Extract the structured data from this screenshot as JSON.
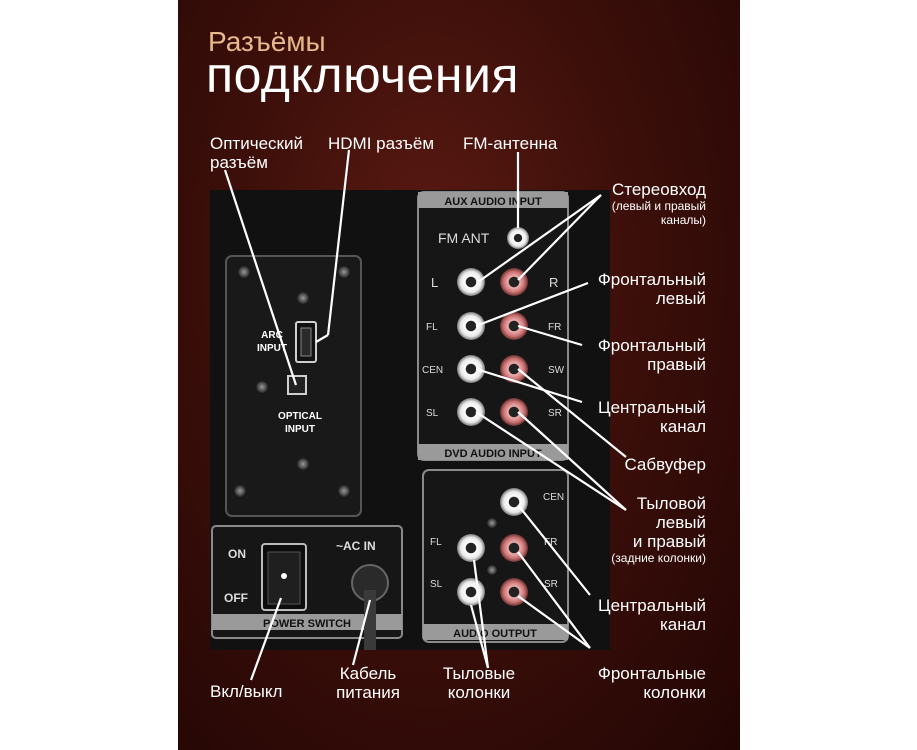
{
  "title": {
    "line1": "Разъёмы",
    "line2": "подключения"
  },
  "labels": {
    "optical": [
      "Оптический",
      "разъём"
    ],
    "hdmi": "HDMI разъём",
    "fm": "FM-антенна",
    "stereo": "Стереовход",
    "stereo_note": [
      "(левый и правый",
      "каналы)"
    ],
    "front_left": [
      "Фронтальный",
      "левый"
    ],
    "front_right": [
      "Фронтальный",
      "правый"
    ],
    "center1": [
      "Центральный",
      "канал"
    ],
    "sub": "Сабвуфер",
    "rear": [
      "Тыловой",
      "левый",
      "и правый"
    ],
    "rear_note": "(задние колонки)",
    "center2": [
      "Центральный",
      "канал"
    ],
    "front_speakers": [
      "Фронтальные",
      "колонки"
    ],
    "rear_speakers": [
      "Тыловые",
      "колонки"
    ],
    "power_cable": [
      "Кабель",
      "питания"
    ],
    "onoff": "Вкл/выкл"
  },
  "panel": {
    "aux": "AUX AUDIO INPUT",
    "dvd": "DVD AUDIO INPUT",
    "audio_out": "AUDIO OUTPUT",
    "power": "POWER SWITCH",
    "fm_ant": "FM ANT",
    "l": "L",
    "r": "R",
    "fl": "FL",
    "fr": "FR",
    "cen": "CEN",
    "sw": "SW",
    "sl": "SL",
    "sr": "SR",
    "arc1": "ARC",
    "arc2": "INPUT",
    "opt1": "OPTICAL",
    "opt2": "INPUT",
    "on": "ON",
    "off": "OFF",
    "ac_in": "~AC IN",
    "out_cen": "CEN",
    "out_fl": "FL",
    "out_fr": "FR",
    "out_sl": "SL",
    "out_sr": "SR"
  },
  "colors": {
    "accent": "#e6b98c",
    "white_jack": "#f4f4f4",
    "red_jack": "#d98a8a"
  }
}
